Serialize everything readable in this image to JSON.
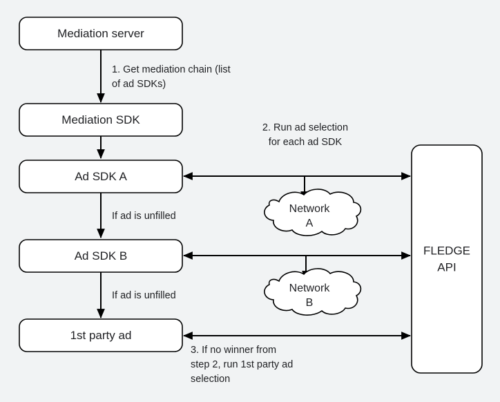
{
  "diagram": {
    "title": "Mediation waterfall with FLEDGE API",
    "background_color": "#f1f3f4",
    "box_fill": "#ffffff",
    "stroke_color": "#000000",
    "text_color": "#202124"
  },
  "nodes": {
    "mediation_server": "Mediation server",
    "mediation_sdk": "Mediation SDK",
    "ad_sdk_a": "Ad SDK A",
    "ad_sdk_b": "Ad SDK B",
    "first_party_ad": "1st party ad",
    "network_a_line1": "Network",
    "network_a_line2": "A",
    "network_b_line1": "Network",
    "network_b_line2": "B",
    "fledge_api_line1": "FLEDGE",
    "fledge_api_line2": "API"
  },
  "edge_labels": {
    "step1_line1": "1. Get mediation chain (list",
    "step1_line2": "of ad SDKs)",
    "step2_line1": "2. Run ad selection",
    "step2_line2": "for each ad SDK",
    "unfilled_a": "If ad is unfilled",
    "unfilled_b": "If ad is unfilled",
    "step3_line1": "3. If no winner from",
    "step3_line2": "step 2, run 1st party ad",
    "step3_line3": "selection"
  }
}
